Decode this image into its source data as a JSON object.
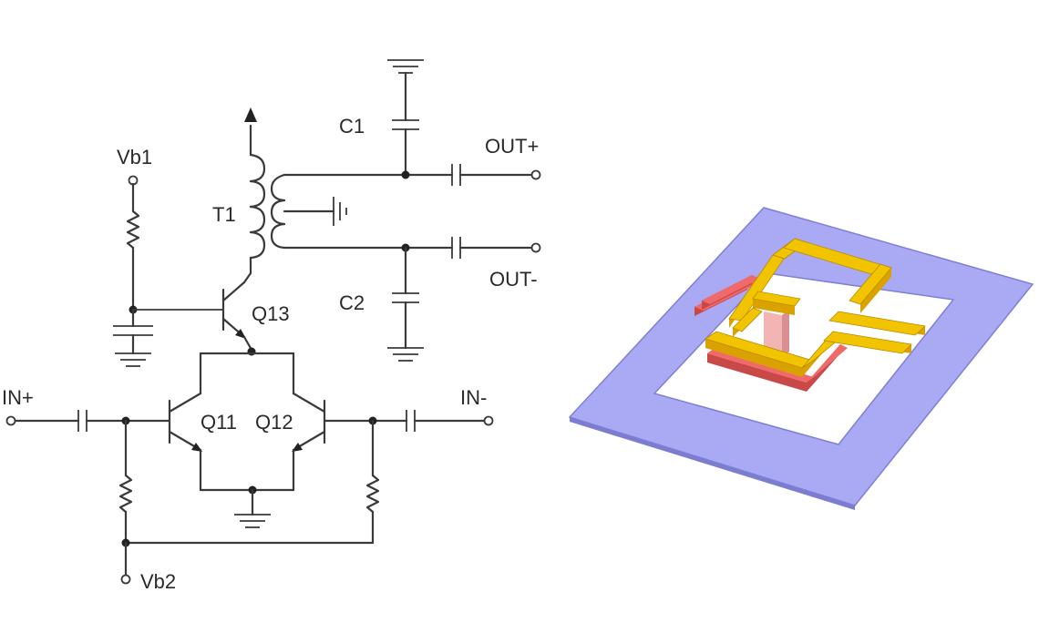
{
  "schematic": {
    "labels": {
      "vb1": "Vb1",
      "vb2": "Vb2",
      "t1": "T1",
      "c1": "C1",
      "c2": "C2",
      "out_plus": "OUT+",
      "out_minus": "OUT-",
      "q13": "Q13",
      "q11": "Q11",
      "q12": "Q12",
      "in_plus": "IN+",
      "in_minus": "IN-"
    }
  },
  "colors": {
    "substrate": "#a9a9f4",
    "conductor_top": "#f2c400",
    "conductor_side": "#d9a200",
    "underpass": "#f06a6a",
    "via": "#f3b4b4"
  },
  "icons": {
    "ground": "ground-icon",
    "capacitor": "capacitor-icon",
    "resistor": "resistor-icon",
    "inductor": "inductor-coil-icon",
    "transistor": "npn-transistor-icon",
    "terminal": "open-terminal-icon"
  }
}
